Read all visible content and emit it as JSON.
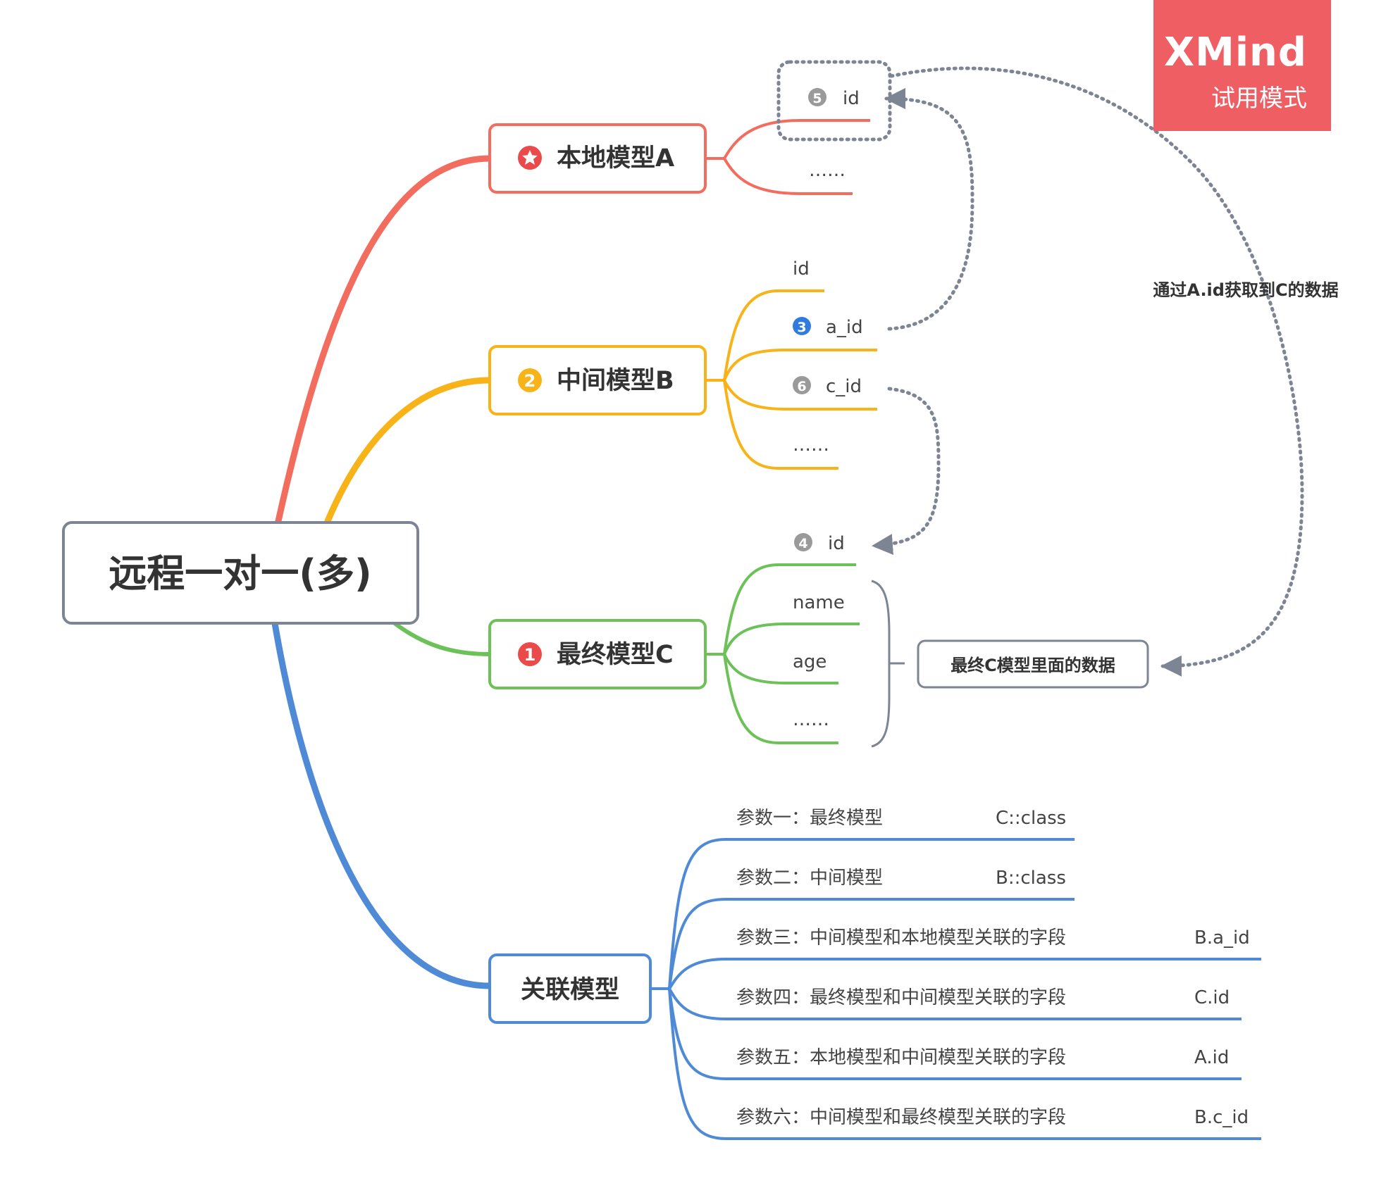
{
  "root": {
    "label": "远程一对一(多)"
  },
  "watermark": {
    "brand": "XMind",
    "mode": "试用模式"
  },
  "colors": {
    "a": "#f26d5e",
    "b": "#f7b318",
    "c": "#6cc258",
    "d": "#4f8ad7",
    "root": "#7d8493",
    "dotted": "#7d8493"
  },
  "nodes": {
    "a": {
      "label": "本地模型A",
      "marker": "star-icon",
      "children": [
        "id",
        "……"
      ],
      "child_badge": "5"
    },
    "b": {
      "label": "中间模型B",
      "marker": "2",
      "children": [
        "id",
        "a_id",
        "c_id",
        "……"
      ],
      "child_badges": [
        "",
        "3",
        "6",
        ""
      ]
    },
    "c": {
      "label": "最终模型C",
      "marker": "1",
      "children": [
        "id",
        "name",
        "age",
        "……"
      ],
      "child_badges": [
        "4",
        "",
        "",
        ""
      ]
    },
    "d": {
      "label": "关联模型",
      "params": [
        {
          "text": "参数一：最终模型",
          "value": "C::class"
        },
        {
          "text": "参数二：中间模型",
          "value": "B::class"
        },
        {
          "text": "参数三：中间模型和本地模型关联的字段",
          "value": "B.a_id"
        },
        {
          "text": "参数四：最终模型和中间模型关联的字段",
          "value": "C.id"
        },
        {
          "text": "参数五：本地模型和中间模型关联的字段",
          "value": "A.id"
        },
        {
          "text": "参数六：中间模型和最终模型关联的字段",
          "value": "B.c_id"
        }
      ]
    }
  },
  "summary": {
    "label": "最终C模型里面的数据"
  },
  "annotation": {
    "label": "通过A.id获取到C的数据"
  }
}
